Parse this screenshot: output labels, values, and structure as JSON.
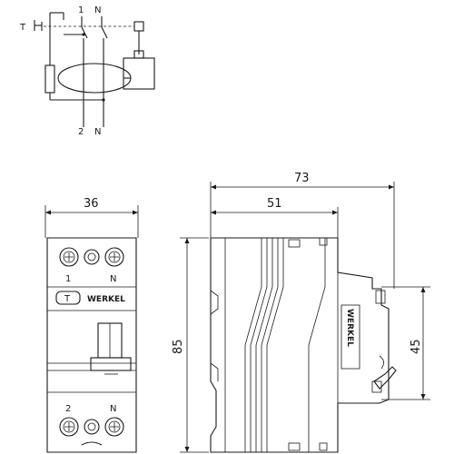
{
  "schematic": {
    "label_t": "T",
    "label_top_1": "1",
    "label_top_n": "N",
    "label_bottom_2": "2",
    "label_bottom_n": "N"
  },
  "front_view": {
    "dim_width": "36",
    "dim_height": "85",
    "terminal_top_1": "1",
    "terminal_top_n": "N",
    "terminal_bottom_2": "2",
    "terminal_bottom_n": "N",
    "test_button": "T",
    "brand": "WERKEL"
  },
  "side_view": {
    "dim_total_depth": "73",
    "dim_front_depth": "51",
    "dim_rail_height": "45",
    "brand": "WERKEL"
  }
}
